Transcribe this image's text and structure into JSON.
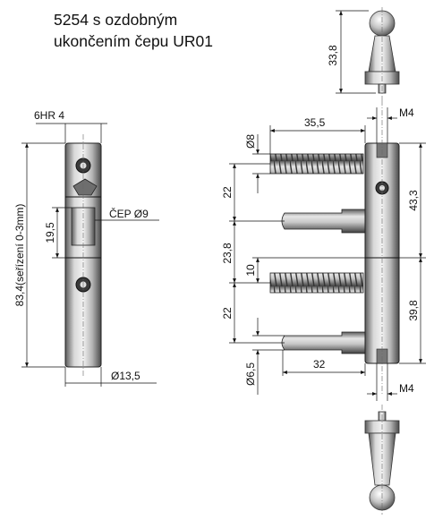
{
  "title": {
    "line1": "5254 s ozdobným",
    "line2": "ukončením čepu UR01"
  },
  "dimensions": {
    "finial_height": "33,8",
    "hex": "6HR 4",
    "pin_diameter": "ČEP Ø9",
    "pin_offset": "19,5",
    "total_length": "83,4(seřízení 0-3mm)",
    "body_diameter": "Ø13,5",
    "thread_top": "M4",
    "thread_bottom": "M4",
    "screw_length": "35,5",
    "pin_length": "32",
    "screw_diameter": "Ø8",
    "pin_diameter_small": "Ø6,5",
    "spacing_top": "22",
    "spacing_middle": "23,8",
    "spacing_bottom": "22",
    "gap": "10",
    "upper_length": "43,3",
    "lower_length": "39,8"
  },
  "colors": {
    "line": "#111111",
    "metal_light": "#e8e8e8",
    "metal_mid": "#a8a8a8",
    "metal_dark": "#555555"
  }
}
